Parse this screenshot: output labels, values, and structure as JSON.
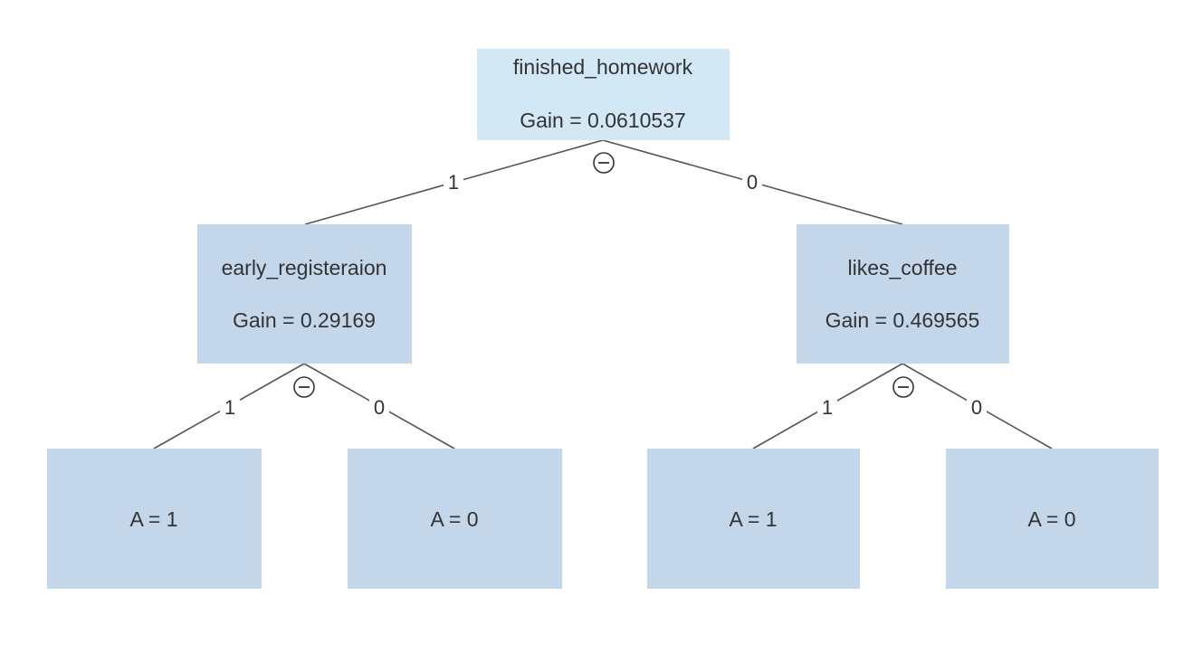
{
  "tree": {
    "root": {
      "attribute": "finished_homework",
      "gain": "Gain = 0.0610537",
      "collapse_icon": "minus-circle-icon",
      "branches": [
        {
          "label": "1",
          "node": {
            "attribute": "early_registeraion",
            "gain": "Gain = 0.29169",
            "collapse_icon": "minus-circle-icon",
            "branches": [
              {
                "label": "1",
                "leaf": "A = 1"
              },
              {
                "label": "0",
                "leaf": "A = 0"
              }
            ]
          }
        },
        {
          "label": "0",
          "node": {
            "attribute": "likes_coffee",
            "gain": "Gain = 0.469565",
            "collapse_icon": "minus-circle-icon",
            "branches": [
              {
                "label": "1",
                "leaf": "A = 1"
              },
              {
                "label": "0",
                "leaf": "A = 0"
              }
            ]
          }
        }
      ]
    }
  },
  "colors": {
    "root_fill": "#d3e8f5",
    "node_fill": "#c3d6ea",
    "edge": "#555555",
    "text": "#333333"
  }
}
